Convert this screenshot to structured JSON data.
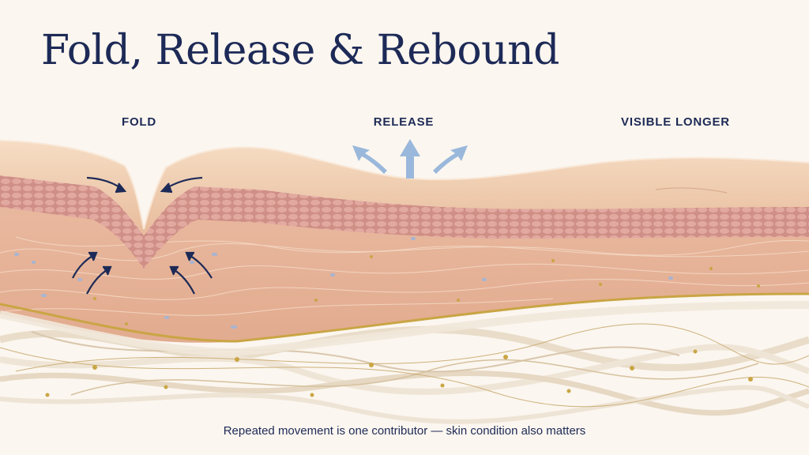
{
  "title": "Fold, Release & Rebound",
  "stages": [
    {
      "label": "FOLD"
    },
    {
      "label": "RELEASE"
    },
    {
      "label": "VISIBLE LONGER"
    }
  ],
  "caption": "Repeated movement is one contributor — skin condition also matters",
  "colors": {
    "title_text": "#1d2a57",
    "label_text": "#1d2a57",
    "caption_text": "#1d2a57",
    "background": "#fbf6ef",
    "skin_surface": "#efc9a9",
    "epidermis_cells": "#d99f94",
    "dermis": "#e6b59b",
    "gold_line": "#c9a544",
    "fiber": "#ece2d3",
    "release_arrow": "#9ab8db",
    "fold_arrow": "#1d2a57"
  },
  "icons": {
    "fold_arrows": "arrow-icon",
    "release_arrows": "up-arrow-icon"
  }
}
